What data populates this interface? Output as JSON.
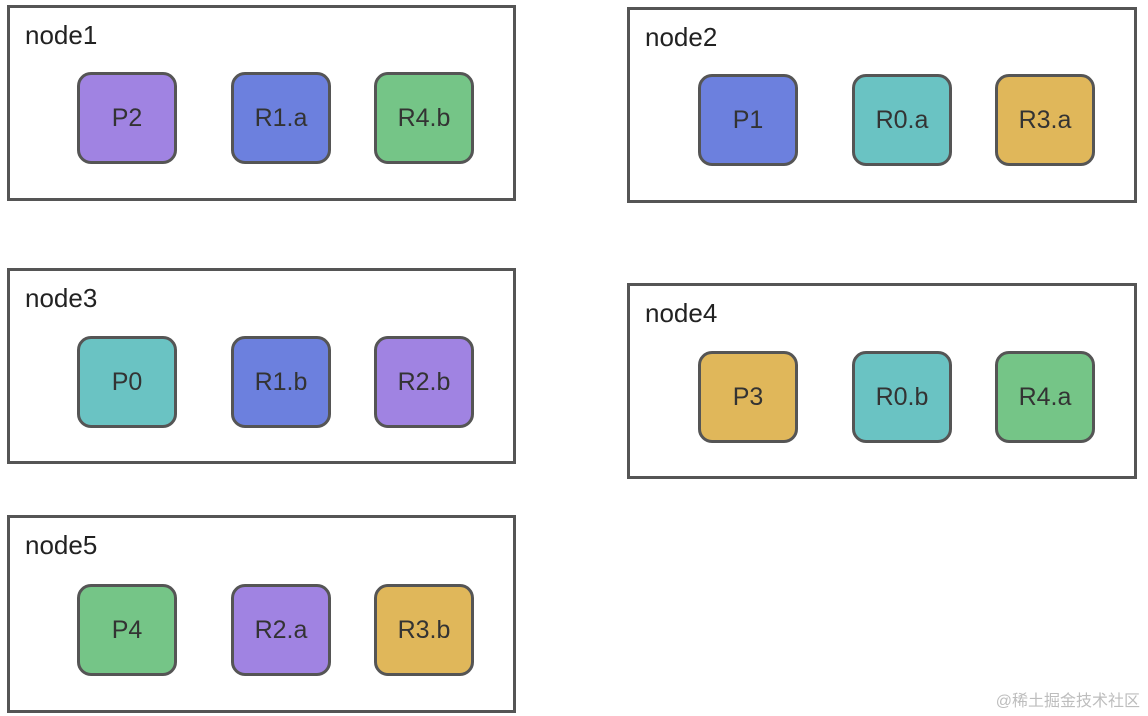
{
  "colors": {
    "purple": "#a083e2",
    "blue": "#6c80de",
    "green": "#75c587",
    "teal": "#6ac3c3",
    "yellow": "#e0b75a",
    "border": "#555555"
  },
  "nodes": [
    {
      "id": "node1",
      "label": "node1",
      "shards": [
        {
          "label": "P2",
          "color": "purple"
        },
        {
          "label": "R1.a",
          "color": "blue"
        },
        {
          "label": "R4.b",
          "color": "green"
        }
      ]
    },
    {
      "id": "node2",
      "label": "node2",
      "shards": [
        {
          "label": "P1",
          "color": "blue"
        },
        {
          "label": "R0.a",
          "color": "teal"
        },
        {
          "label": "R3.a",
          "color": "yellow"
        }
      ]
    },
    {
      "id": "node3",
      "label": "node3",
      "shards": [
        {
          "label": "P0",
          "color": "teal"
        },
        {
          "label": "R1.b",
          "color": "blue"
        },
        {
          "label": "R2.b",
          "color": "purple"
        }
      ]
    },
    {
      "id": "node4",
      "label": "node4",
      "shards": [
        {
          "label": "P3",
          "color": "yellow"
        },
        {
          "label": "R0.b",
          "color": "teal"
        },
        {
          "label": "R4.a",
          "color": "green"
        }
      ]
    },
    {
      "id": "node5",
      "label": "node5",
      "shards": [
        {
          "label": "P4",
          "color": "green"
        },
        {
          "label": "R2.a",
          "color": "purple"
        },
        {
          "label": "R3.b",
          "color": "yellow"
        }
      ]
    }
  ],
  "watermark": "@稀土掘金技术社区"
}
